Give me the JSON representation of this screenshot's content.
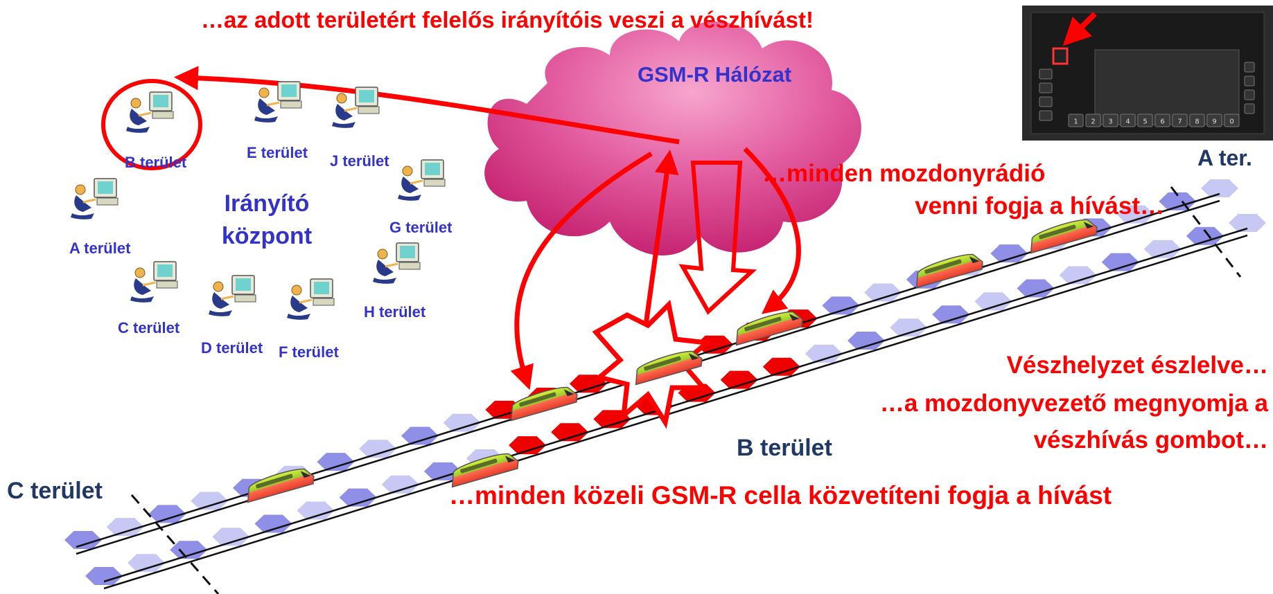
{
  "headline": "…az adott területért felelős irányítóis veszi a vészhívást!",
  "network": {
    "label": "GSM-R Hálózat"
  },
  "control_center": {
    "label_line1": "Irányító",
    "label_line2": "központ",
    "dispatchers": [
      {
        "label": "B terület",
        "highlighted": true
      },
      {
        "label": "E terület"
      },
      {
        "label": "J terület"
      },
      {
        "label": "A terület"
      },
      {
        "label": "G terület"
      },
      {
        "label": "C terület"
      },
      {
        "label": "D terület"
      },
      {
        "label": "F terület"
      },
      {
        "label": "H terület"
      }
    ]
  },
  "device": {
    "area_label": "A ter.",
    "keys": [
      "1",
      "2",
      "3",
      "4",
      "5",
      "6",
      "7",
      "8",
      "9",
      "0"
    ]
  },
  "callouts": {
    "radio_line1": "…minden mozdonyrádió",
    "radio_line2": "venni fogja a hívást…",
    "emergency_line1": "Vészhelyzet észlelve…",
    "emergency_line2": "…a mozdonyvezető megnyomja a",
    "emergency_line3": "vészhívás gombot…",
    "cells": "…minden közeli GSM-R cella közvetíteni fogja a hívást"
  },
  "areas": {
    "b": "B terület",
    "c": "C terület"
  },
  "colors": {
    "alert": "#ff0000",
    "dispatcher_text": "#3333cc",
    "area_text": "#1f3864",
    "cloud": "#d6448a",
    "cell_idle": "#8f8fe8",
    "cell_active": "#ee0000"
  }
}
